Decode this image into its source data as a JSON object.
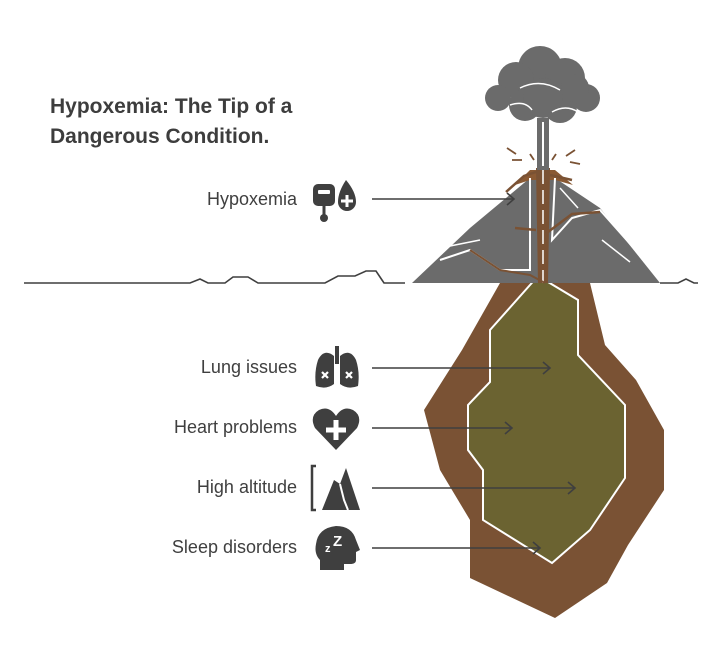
{
  "title": "Hypoxemia: The Tip of a Dangerous Condition.",
  "tip": {
    "label": "Hypoxemia",
    "icon": "blood-pressure-icon"
  },
  "causes": [
    {
      "label": "Lung issues",
      "icon": "lungs-icon"
    },
    {
      "label": "Heart problems",
      "icon": "heart-plus-icon"
    },
    {
      "label": "High altitude",
      "icon": "mountain-icon"
    },
    {
      "label": "Sleep disorders",
      "icon": "sleep-head-icon"
    }
  ],
  "colors": {
    "rock": "#6b6b6b",
    "rock_dark": "#575757",
    "magma_outer": "#7a5234",
    "magma_inner": "#6b6331",
    "text": "#3d3d3d",
    "icon": "#3f3f3f"
  }
}
